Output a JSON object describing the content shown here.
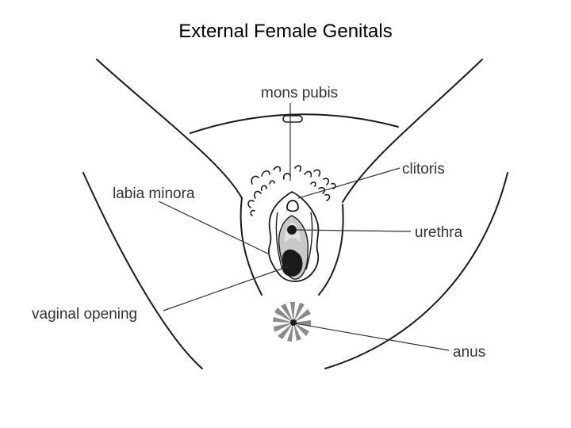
{
  "title": "External Female Genitals",
  "labels": {
    "mons_pubis": "mons pubis",
    "clitoris": "clitoris",
    "labia_minora": "labia minora",
    "urethra": "urethra",
    "vaginal_opening": "vaginal opening",
    "anus": "anus"
  },
  "colors": {
    "line": "#1a1a1a",
    "label_text": "#333333",
    "vestibule_fill": "#c9c9c9",
    "inner_fill": "#e3e3e3",
    "anus_fill": "#8a8a8a",
    "dark_fill": "#1a1a1a"
  }
}
